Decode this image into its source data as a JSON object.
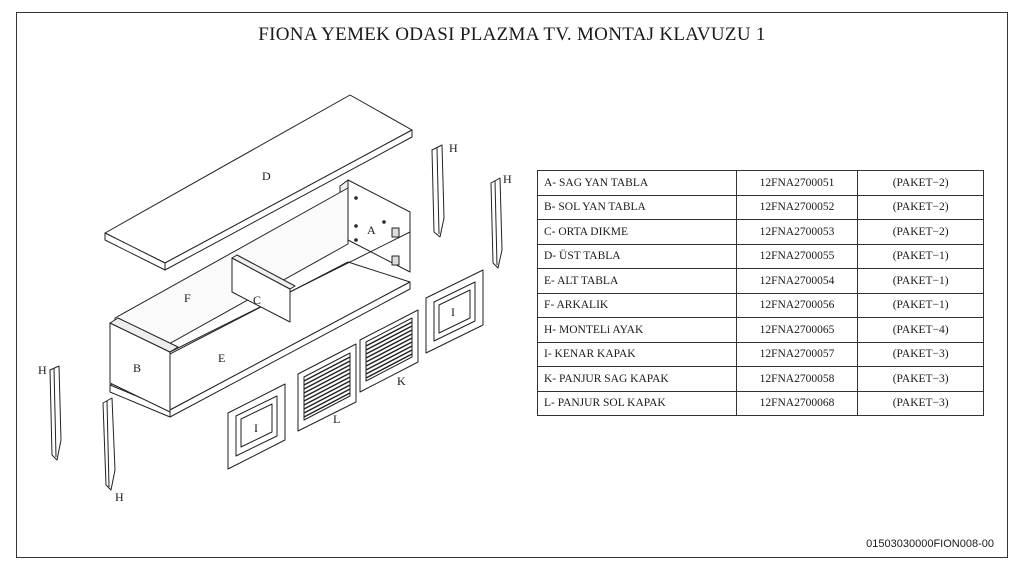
{
  "title": "FIONA YEMEK ODASI  PLAZMA TV. MONTAJ KLAVUZU 1",
  "labels": {
    "A": "A",
    "B": "B",
    "C": "C",
    "D": "D",
    "E": "E",
    "F": "F",
    "H": "H",
    "I": "I",
    "K": "K",
    "L": "L"
  },
  "parts": [
    {
      "name": "A- SAG YAN TABLA",
      "code": "12FNA2700051",
      "package": "(PAKET−2)"
    },
    {
      "name": "B- SOL YAN TABLA",
      "code": "12FNA2700052",
      "package": "(PAKET−2)"
    },
    {
      "name": "C- ORTA DIKME",
      "code": "12FNA2700053",
      "package": "(PAKET−2)"
    },
    {
      "name": "D- ÜST TABLA",
      "code": "12FNA2700055",
      "package": "(PAKET−1)"
    },
    {
      "name": "E- ALT TABLA",
      "code": "12FNA2700054",
      "package": "(PAKET−1)"
    },
    {
      "name": "F- ARKALIK",
      "code": "12FNA2700056",
      "package": "(PAKET−1)"
    },
    {
      "name": "H- MONTELi AYAK",
      "code": "12FNA2700065",
      "package": "(PAKET−4)"
    },
    {
      "name": "I- KENAR KAPAK",
      "code": "12FNA2700057",
      "package": "(PAKET−3)"
    },
    {
      "name": "K- PANJUR SAG KAPAK",
      "code": "12FNA2700058",
      "package": "(PAKET−3)"
    },
    {
      "name": "L- PANJUR SOL KAPAK",
      "code": "12FNA2700068",
      "package": "(PAKET−3)"
    }
  ],
  "document_number": "01503030000FION008-00"
}
